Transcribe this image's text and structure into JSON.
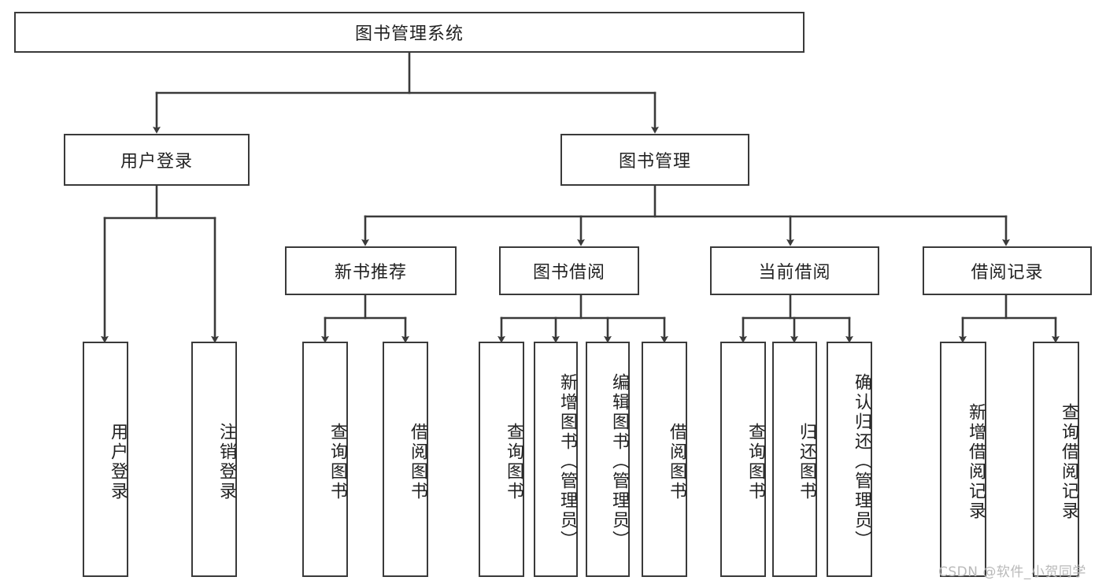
{
  "diagram": {
    "title": "图书管理系统",
    "type": "tree-hierarchy",
    "root": {
      "label": "图书管理系统"
    },
    "level2": [
      {
        "label": "用户登录"
      },
      {
        "label": "图书管理"
      }
    ],
    "level3": [
      {
        "label": "新书推荐"
      },
      {
        "label": "图书借阅"
      },
      {
        "label": "当前借阅"
      },
      {
        "label": "借阅记录"
      }
    ],
    "leaves": [
      {
        "label": "用户登录",
        "parent": "用户登录"
      },
      {
        "label": "注销登录",
        "parent": "用户登录"
      },
      {
        "label": "查询图书",
        "parent": "新书推荐"
      },
      {
        "label": "借阅图书",
        "parent": "新书推荐"
      },
      {
        "label": "查询图书",
        "parent": "图书借阅"
      },
      {
        "label": "新增图书（管理员）",
        "parent": "图书借阅"
      },
      {
        "label": "编辑图书（管理员）",
        "parent": "图书借阅"
      },
      {
        "label": "借阅图书",
        "parent": "图书借阅"
      },
      {
        "label": "查询图书",
        "parent": "当前借阅"
      },
      {
        "label": "归还图书",
        "parent": "当前借阅"
      },
      {
        "label": "确认归还（管理员）",
        "parent": "当前借阅"
      },
      {
        "label": "新增借阅记录",
        "parent": "借阅记录"
      },
      {
        "label": "查询借阅记录",
        "parent": "借阅记录"
      }
    ],
    "colors": {
      "stroke": "#3a3a3a",
      "fill": "#ffffff",
      "text": "#222222",
      "watermark": "#b9b9b9"
    }
  },
  "watermark": {
    "text": "CSDN @软件_小贺同学"
  }
}
